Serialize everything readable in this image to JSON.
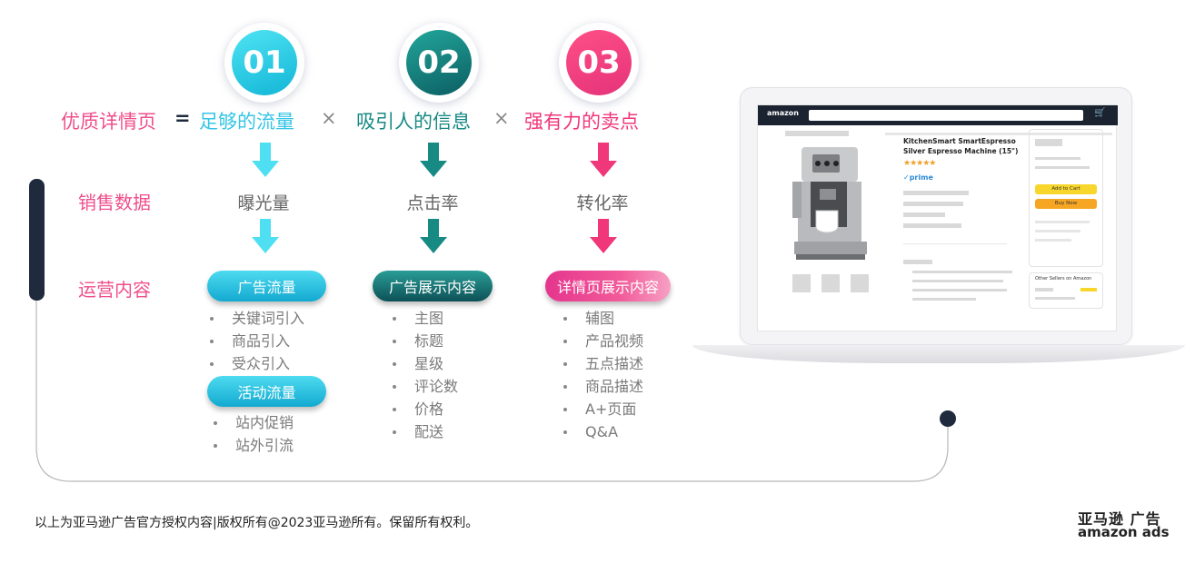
{
  "steps": [
    "01",
    "02",
    "03"
  ],
  "formula": {
    "lhs": "优质详情页",
    "eq": "=",
    "term1": "足够的流量",
    "times": "×",
    "term2": "吸引人的信息",
    "term3": "强有力的卖点"
  },
  "rows": {
    "sales": "销售数据",
    "ops": "运营内容"
  },
  "metrics": [
    "曝光量",
    "点击率",
    "转化率"
  ],
  "col1": {
    "pill1": "广告流量",
    "items1": [
      "关键词引入",
      "商品引入",
      "受众引入"
    ],
    "pill2": "活动流量",
    "items2": [
      "站内促销",
      "站外引流"
    ]
  },
  "col2": {
    "pill": "广告展示内容",
    "items": [
      "主图",
      "标题",
      "星级",
      "评论数",
      "价格",
      "配送"
    ]
  },
  "col3": {
    "pill": "详情页展示内容",
    "items": [
      "辅图",
      "产品视频",
      "五点描述",
      "商品描述",
      "A+页面",
      "Q&A"
    ]
  },
  "mockup": {
    "logo": "amazon",
    "product_title": "KitchenSmart SmartEspresso Silver Espresso Machine (15\")",
    "stars": "★★★★★",
    "prime": "✓prime",
    "add_to_cart": "Add to Cart",
    "buy_now": "Buy Now",
    "other_sellers": "Other Sellers on Amazon"
  },
  "colors": {
    "pink": "#ef4f8b",
    "cyan": "#36c5e6",
    "teal": "#178a84",
    "magenta": "#f0377a",
    "navy": "#1f2a3c"
  },
  "footer": {
    "copyright": "以上为亚马逊广告官方授权内容|版权所有@2023亚马逊所有。保留所有权利。",
    "brand_cn": "亚马逊 广告",
    "brand_en": "amazon ads"
  }
}
